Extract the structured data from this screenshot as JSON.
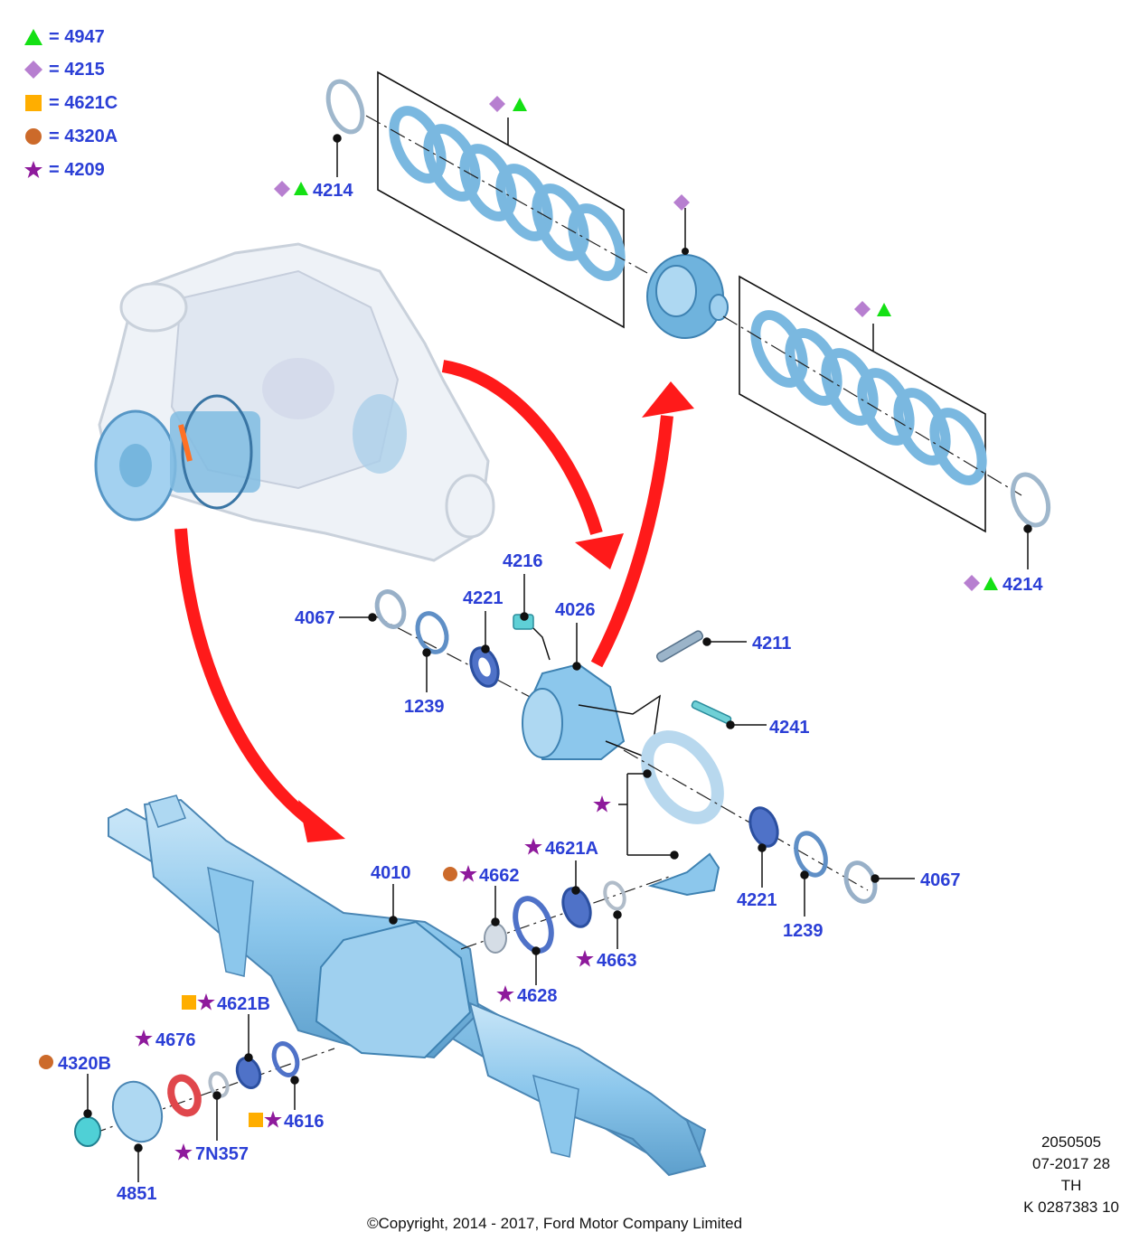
{
  "legend": [
    {
      "symbol": "triangle",
      "color": "#14e014",
      "text": "= 4947"
    },
    {
      "symbol": "diamond",
      "color": "#b77fd0",
      "text": "= 4215"
    },
    {
      "symbol": "square",
      "color": "#ffae00",
      "text": "= 4621C"
    },
    {
      "symbol": "circle",
      "color": "#cc6a2a",
      "text": "= 4320A"
    },
    {
      "symbol": "star",
      "color": "#8e1a9c",
      "text": "= 4209"
    }
  ],
  "parts": {
    "p4214_top": "4214",
    "p4214_right": "4214",
    "p4067_left": "4067",
    "p4221_left": "4221",
    "p4216": "4216",
    "p4026": "4026",
    "p4211": "4211",
    "p1239_left": "1239",
    "p4241": "4241",
    "p4621A": "4621A",
    "p4010": "4010",
    "p4662": "4662",
    "p4067_right": "4067",
    "p4221_right": "4221",
    "p1239_right": "1239",
    "p4663": "4663",
    "p4628": "4628",
    "p4621B": "4621B",
    "p4676": "4676",
    "p4320B": "4320B",
    "p4616": "4616",
    "p7N357": "7N357",
    "p4851": "4851"
  },
  "meta": {
    "line1": "2050505",
    "line2": "07-2017 28",
    "line3": "TH",
    "line4": "K 0287383 10"
  },
  "copyright": "©Copyright, 2014 - 2017, Ford Motor Company Limited",
  "colors": {
    "label": "#2b3fd6",
    "part_blue": "#7ab8e0",
    "arrow_red": "#ff1a1a"
  }
}
